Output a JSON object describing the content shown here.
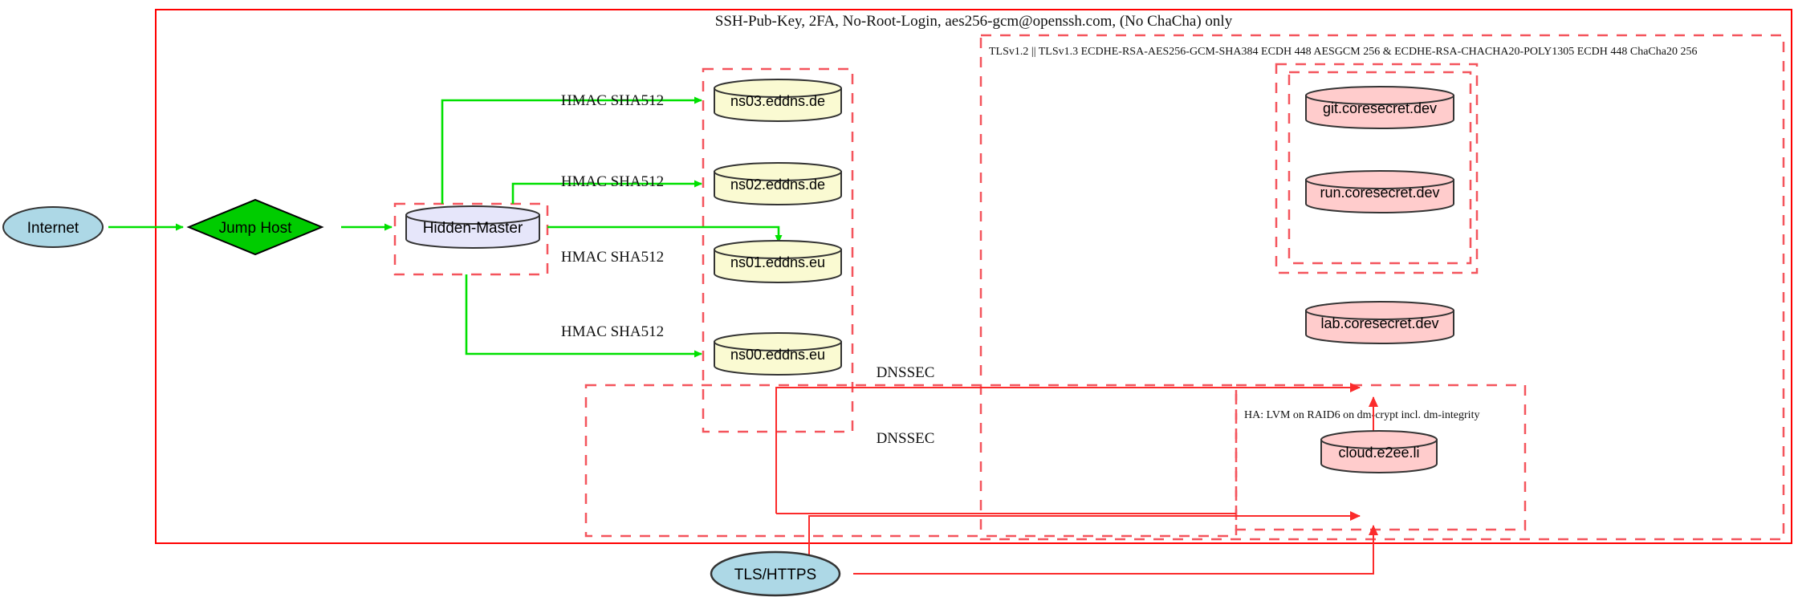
{
  "diagram": {
    "title_note": "SSH-Pub-Key, 2FA, No-Root-Login, aes256-gcm@openssh.com, (No ChaCha) only",
    "tls_note": "TLSv1.2 || TLSv1.3 ECDHE-RSA-AES256-GCM-SHA384 ECDH 448 AESGCM 256 & ECDHE-RSA-CHACHA20-POLY1305 ECDH 448 ChaCha20 256",
    "ha_note": "HA: LVM on RAID6 on dm-crypt incl. dm-integrity"
  },
  "nodes": {
    "internet": "Internet",
    "jump_host": "Jump Host",
    "hidden_master": "Hidden-Master",
    "ns03": "ns03.eddns.de",
    "ns02": "ns02.eddns.de",
    "ns01": "ns01.eddns.eu",
    "ns00": "ns00.eddns.eu",
    "git": "git.coresecret.dev",
    "run": "run.coresecret.dev",
    "lab": "lab.coresecret.dev",
    "cloud": "cloud.e2ee.li",
    "tls_https": "TLS/HTTPS"
  },
  "edge_labels": {
    "hmac_ns03": "HMAC SHA512",
    "hmac_ns02": "HMAC SHA512",
    "hmac_ns01": "HMAC SHA512",
    "hmac_ns00": "HMAC SHA512",
    "dnssec_top": "DNSSEC",
    "dnssec_bottom": "DNSSEC"
  },
  "colors": {
    "boundary_red": "#ff0000",
    "dashed_red": "#f4545c",
    "green_edge": "#00e000",
    "red_edge": "#fb2b2b",
    "internet_fill": "#add8e6",
    "jump_host_fill": "#00cc00",
    "hidden_master_fill": "#e6e6fa",
    "dns_fill": "#fafad2",
    "service_fill": "#ffcccc",
    "tls_fill": "#add8e6"
  }
}
